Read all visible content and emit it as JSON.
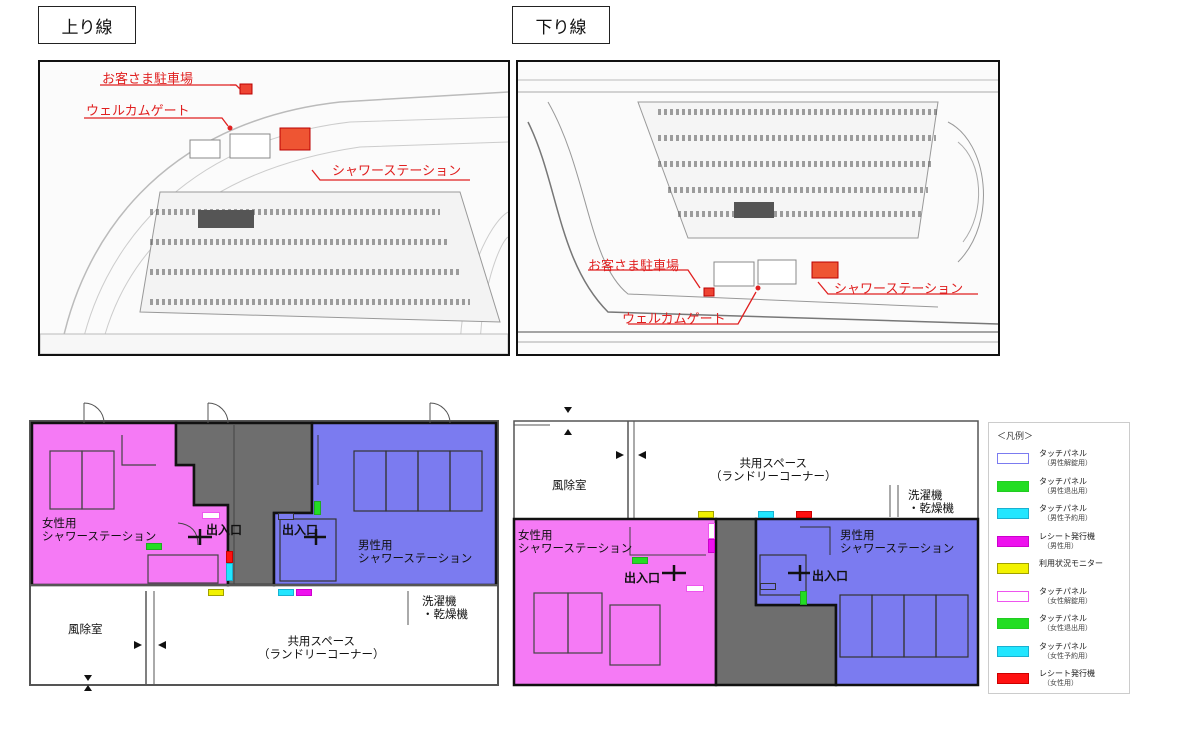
{
  "tabs": {
    "up": "上り線",
    "down": "下り線"
  },
  "site_maps": {
    "up": {
      "parking": "お客さま駐車場",
      "welcome_gate": "ウェルカムゲート",
      "shower_station": "シャワーステーション"
    },
    "down": {
      "parking": "お客さま駐車場",
      "welcome_gate": "ウェルカムゲート",
      "shower_station": "シャワーステーション"
    }
  },
  "floor_up": {
    "women": [
      "女性用",
      "シャワーステーション"
    ],
    "men": [
      "男性用",
      "シャワーステーション"
    ],
    "entrance_left": "出入口",
    "entrance_right": "出入口",
    "windbreak": "風除室",
    "common": [
      "共用スペース",
      "（ランドリーコーナー）"
    ],
    "washer": [
      "洗濯機",
      "・乾燥機"
    ]
  },
  "floor_down": {
    "windbreak": "風除室",
    "common": [
      "共用スペース",
      "（ランドリーコーナー）"
    ],
    "washer": [
      "洗濯機",
      "・乾燥機"
    ],
    "women": [
      "女性用",
      "シャワーステーション"
    ],
    "men": [
      "男性用",
      "シャワーステーション"
    ],
    "entrance_left": "出入口",
    "entrance_right": "出入口"
  },
  "legend": {
    "title": "＜凡例＞",
    "items": [
      {
        "label": "タッチパネル",
        "sub": "（男性解錠用）",
        "color": "#7b7bf0",
        "fill": "#ffffff"
      },
      {
        "label": "タッチパネル",
        "sub": "（男性退出用）",
        "color": "#22cc22",
        "fill": "#22dd22"
      },
      {
        "label": "タッチパネル",
        "sub": "（男性予約用）",
        "color": "#1ab0d0",
        "fill": "#22e6ff"
      },
      {
        "label": "レシート発行機",
        "sub": "（男性用）",
        "color": "#cc00cc",
        "fill": "#ee11ee"
      },
      {
        "label": "利用状況モニター",
        "sub": "",
        "color": "#a0a000",
        "fill": "#f2f200"
      },
      {
        "label": "タッチパネル",
        "sub": "（女性解錠用）",
        "color": "#ee55ee",
        "fill": "#ffffff"
      },
      {
        "label": "タッチパネル",
        "sub": "（女性退出用）",
        "color": "#22cc22",
        "fill": "#22dd22"
      },
      {
        "label": "タッチパネル",
        "sub": "（女性予約用）",
        "color": "#1ab0d0",
        "fill": "#22e6ff"
      },
      {
        "label": "レシート発行機",
        "sub": "（女性用）",
        "color": "#cc0000",
        "fill": "#ff1111"
      }
    ]
  },
  "colors": {
    "women_area": "#f57af5",
    "men_area": "#7b7bf0",
    "dark_area": "#6e6e6e",
    "marker_red": "#e02020"
  }
}
